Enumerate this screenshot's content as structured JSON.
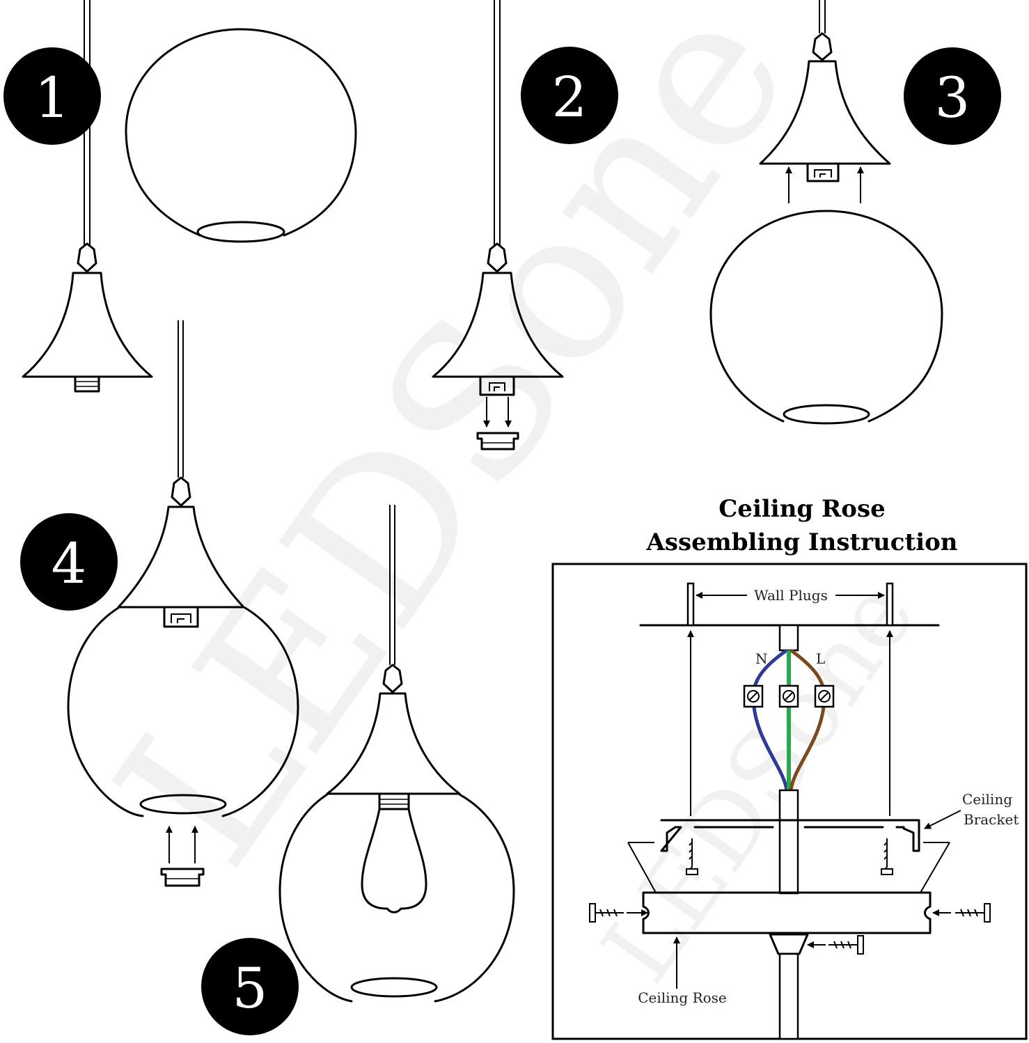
{
  "steps": [
    "1",
    "2",
    "3",
    "4",
    "5"
  ],
  "watermark": "LEDSone",
  "ceiling_rose": {
    "title_line1": "Ceiling Rose",
    "title_line2": "Assembling Instruction",
    "labels": {
      "wall_plugs": "Wall Plugs",
      "neutral": "N",
      "live": "L",
      "ceiling_bracket_line1": "Ceiling",
      "ceiling_bracket_line2": "Bracket",
      "ceiling_rose": "Ceiling Rose"
    },
    "wire_colors": {
      "neutral": "#2b3a9c",
      "earth": "#2aa84a",
      "live": "#7a4a1e"
    }
  },
  "colors": {
    "badge": "#000000",
    "badge_text": "#ffffff",
    "line": "#000000"
  }
}
